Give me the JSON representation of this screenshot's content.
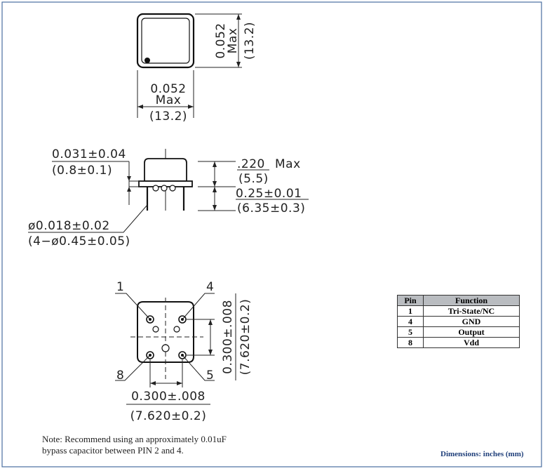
{
  "top_view": {
    "height_dim": {
      "inch": "0.052",
      "max": "Max",
      "mm": "(13.2)"
    },
    "width_dim": {
      "inch": "0.052",
      "max": "Max",
      "mm": "(13.2)"
    }
  },
  "side_view": {
    "standoff": {
      "inch": "0.031±0.04",
      "mm": "(0.8±0.1)"
    },
    "lead_dia": {
      "inch": "ø0.018±0.02",
      "mm": "(4−ø0.45±0.05)"
    },
    "body_height": {
      "inch": ".220",
      "max": "Max",
      "mm": "(5.5)"
    },
    "lead_length": {
      "inch": "0.25±0.01",
      "mm": "(6.35±0.3)"
    }
  },
  "bottom_view": {
    "pins": {
      "p1": "1",
      "p4": "4",
      "p8": "8",
      "p5": "5"
    },
    "vertical_dim": {
      "inch": "0.300±.008",
      "mm": "(7.620±0.2)"
    },
    "horizontal_dim": {
      "inch": "0.300±.008",
      "mm": "(7.620±0.2)"
    }
  },
  "pin_table": {
    "headers": [
      "Pin",
      "Function"
    ],
    "rows": [
      {
        "pin": "1",
        "function": "Tri-State/NC"
      },
      {
        "pin": "4",
        "function": "GND"
      },
      {
        "pin": "5",
        "function": "Output"
      },
      {
        "pin": "8",
        "function": "Vdd"
      }
    ]
  },
  "note": {
    "line1": "Note: Recommend using an approximately 0.01uF",
    "line2": "bypass capacitor between PIN 2 and 4."
  },
  "units": "Dimensions: inches (mm)",
  "colors": {
    "frame": "#4a6fa0",
    "table_header": "#b9bcc0",
    "units_text": "#1f3f7a"
  }
}
